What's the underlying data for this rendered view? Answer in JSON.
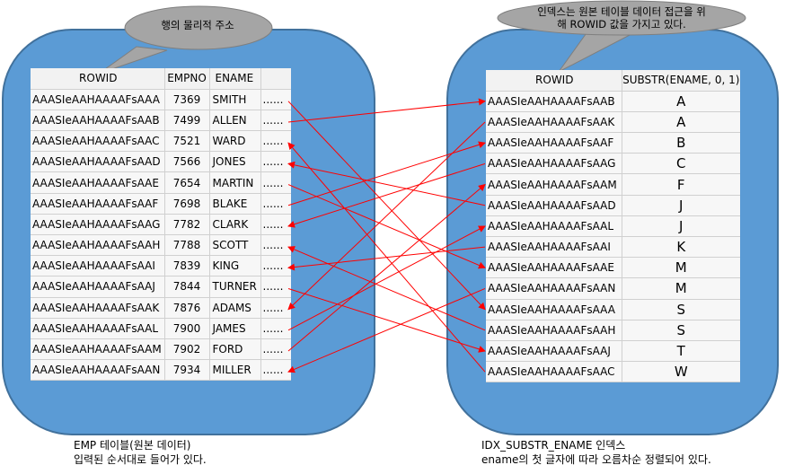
{
  "emp_table": {
    "headers": [
      "ROWID",
      "EMPNO",
      "ENAME",
      ""
    ],
    "rows": [
      {
        "rowid": "AAASIeAAHAAAAFsAAA",
        "empno": "7369",
        "ename": "SMITH",
        "addr": "......"
      },
      {
        "rowid": "AAASIeAAHAAAAFsAAB",
        "empno": "7499",
        "ename": "ALLEN",
        "addr": "......"
      },
      {
        "rowid": "AAASIeAAHAAAAFsAAC",
        "empno": "7521",
        "ename": "WARD",
        "addr": "......"
      },
      {
        "rowid": "AAASIeAAHAAAAFsAAD",
        "empno": "7566",
        "ename": "JONES",
        "addr": "......"
      },
      {
        "rowid": "AAASIeAAHAAAAFsAAE",
        "empno": "7654",
        "ename": "MARTIN",
        "addr": "......"
      },
      {
        "rowid": "AAASIeAAHAAAAFsAAF",
        "empno": "7698",
        "ename": "BLAKE",
        "addr": "......"
      },
      {
        "rowid": "AAASIeAAHAAAAFsAAG",
        "empno": "7782",
        "ename": "CLARK",
        "addr": "......"
      },
      {
        "rowid": "AAASIeAAHAAAAFsAAH",
        "empno": "7788",
        "ename": "SCOTT",
        "addr": "......"
      },
      {
        "rowid": "AAASIeAAHAAAAFsAAI",
        "empno": "7839",
        "ename": "KING",
        "addr": "......"
      },
      {
        "rowid": "AAASIeAAHAAAAFsAAJ",
        "empno": "7844",
        "ename": "TURNER",
        "addr": "......"
      },
      {
        "rowid": "AAASIeAAHAAAAFsAAK",
        "empno": "7876",
        "ename": "ADAMS",
        "addr": "......"
      },
      {
        "rowid": "AAASIeAAHAAAAFsAAL",
        "empno": "7900",
        "ename": "JAMES",
        "addr": "......"
      },
      {
        "rowid": "AAASIeAAHAAAAFsAAM",
        "empno": "7902",
        "ename": "FORD",
        "addr": "......"
      },
      {
        "rowid": "AAASIeAAHAAAAFsAAN",
        "empno": "7934",
        "ename": "MILLER",
        "addr": "......"
      }
    ]
  },
  "idx_table": {
    "headers": [
      "ROWID",
      "SUBSTR(ENAME, 0, 1)"
    ],
    "rows": [
      {
        "rowid": "AAASIeAAHAAAAFsAAB",
        "key": "A"
      },
      {
        "rowid": "AAASIeAAHAAAAFsAAK",
        "key": "A"
      },
      {
        "rowid": "AAASIeAAHAAAAFsAAF",
        "key": "B"
      },
      {
        "rowid": "AAASIeAAHAAAAFsAAG",
        "key": "C"
      },
      {
        "rowid": "AAASIeAAHAAAAFsAAM",
        "key": "F"
      },
      {
        "rowid": "AAASIeAAHAAAAFsAAD",
        "key": "J"
      },
      {
        "rowid": "AAASIeAAHAAAAFsAAL",
        "key": "J"
      },
      {
        "rowid": "AAASIeAAHAAAAFsAAI",
        "key": "K"
      },
      {
        "rowid": "AAASIeAAHAAAAFsAAE",
        "key": "M"
      },
      {
        "rowid": "AAASIeAAHAAAAFsAAN",
        "key": "M"
      },
      {
        "rowid": "AAASIeAAHAAAAFsAAA",
        "key": "S"
      },
      {
        "rowid": "AAASIeAAHAAAAFsAAH",
        "key": "S"
      },
      {
        "rowid": "AAASIeAAHAAAAFsAAJ",
        "key": "T"
      },
      {
        "rowid": "AAASIeAAHAAAAFsAAC",
        "key": "W"
      }
    ]
  },
  "callouts": {
    "left": "행의 물리적 주소",
    "right_line1": "인덱스는 원본 테이블 데이터 접근을 위",
    "right_line2": "해 ROWID 값을 가지고 있다."
  },
  "captions": {
    "left_line1": "EMP 테이블(원본 데이터)",
    "left_line2": "입력된 순서대로 들어가 있다.",
    "right_line1": "IDX_SUBSTR_ENAME 인덱스",
    "right_line2": "ename의 첫 글자에 따라 오름차순 정렬되어 있다."
  },
  "colors": {
    "panel_fill": "#5b9bd5",
    "panel_border": "#41719c",
    "callout_fill": "#a5a5a5",
    "arrow": "#ff0000"
  }
}
